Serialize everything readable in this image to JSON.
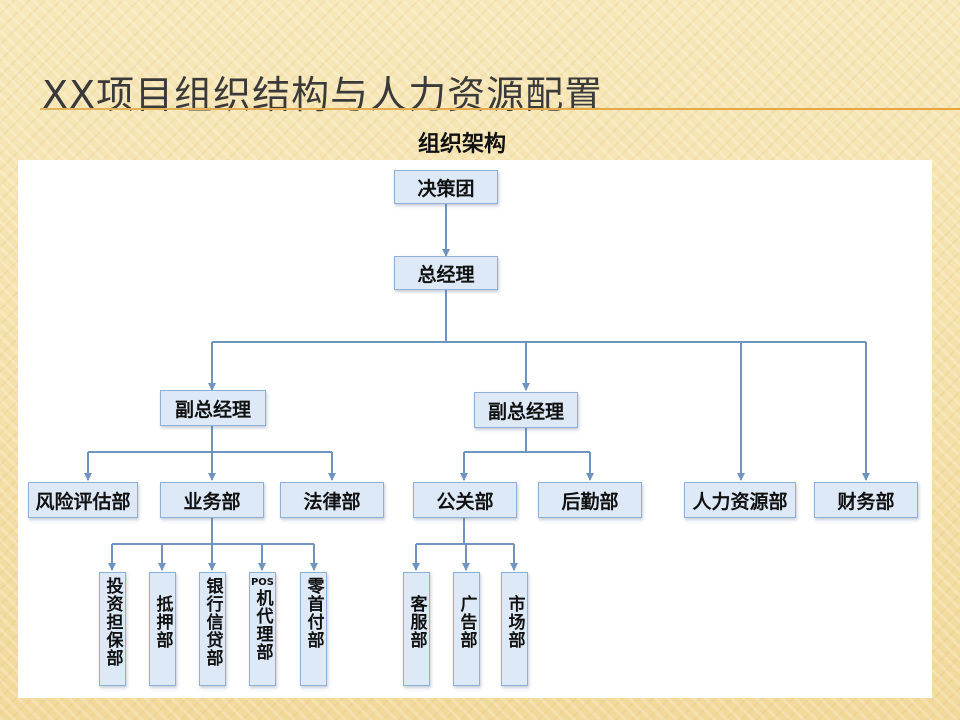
{
  "slide": {
    "title": "XX项目组织结构与人力资源配置",
    "subtitle": "组织架构",
    "accent_color": "#e8a33f",
    "box_fill": "#dde9f6",
    "connector_color": "#6f95bf"
  },
  "org": {
    "top": "决策团",
    "gm": "总经理",
    "vp1": "副总经理",
    "vp2": "副总经理",
    "risk": "风险评估部",
    "business": "业务部",
    "legal": "法律部",
    "pr": "公关部",
    "logistics": "后勤部",
    "hr": "人力资源部",
    "finance": "财务部",
    "invest": "投资担保部",
    "mortgage": "抵押部",
    "bank_credit": "银行信贷部",
    "pos_prefix": "POS",
    "pos_machine": "机代理部",
    "down_payment": "零首付部",
    "customer_service": "客服部",
    "advertising": "广告部",
    "market": "市场部"
  }
}
